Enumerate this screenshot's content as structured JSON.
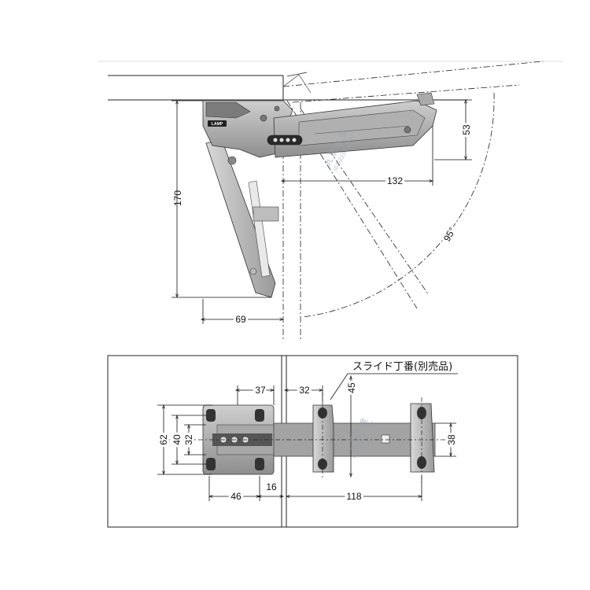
{
  "side_view": {
    "dims": {
      "height": "170",
      "depth": "69",
      "offset": "132",
      "rise": "53",
      "angle": "95°"
    },
    "brand_logo": "LAMP",
    "watermark": {
      "main": "九 家 五 金",
      "phone": "(02)2257-3797"
    }
  },
  "top_view": {
    "label": "スライド丁番(別売品)",
    "dims": {
      "w37": "37",
      "w32": "32",
      "h45": "45",
      "h62": "62",
      "h40": "40",
      "h32": "32",
      "w46": "46",
      "w16": "16",
      "w118": "118",
      "h38": "38"
    },
    "watermark": {
      "main": "九 家 五 金",
      "phone": "(02)2257-3797"
    }
  }
}
